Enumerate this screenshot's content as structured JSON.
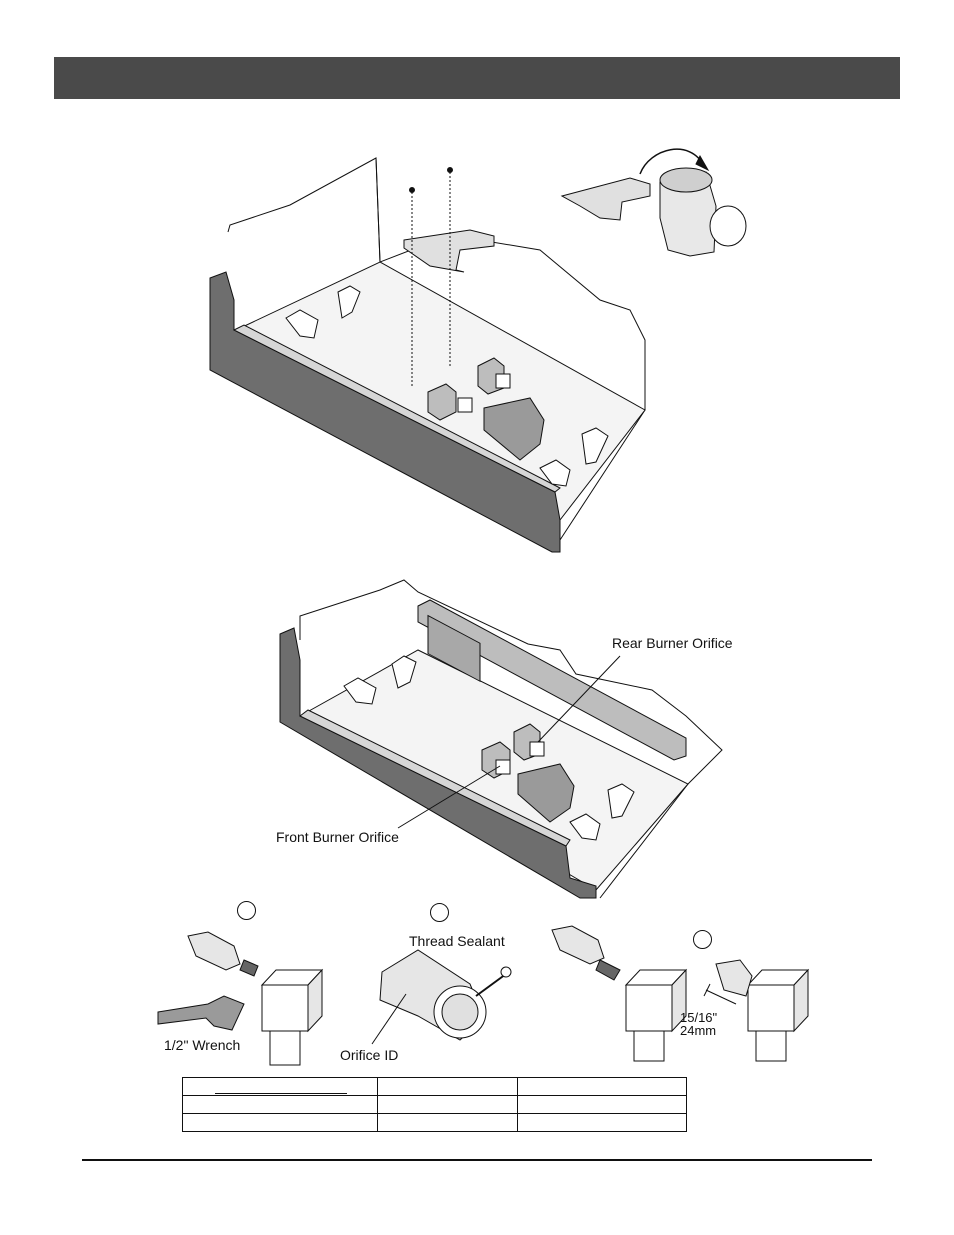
{
  "labels": {
    "rear_burner_orifice": "Rear Burner Orifice",
    "front_burner_orifice": "Front Burner Orifice",
    "half_inch_wrench": "1/2\" Wrench",
    "orifice_id": "Orifice ID",
    "thread_sealant": "Thread Sealant",
    "dimension_imperial": "15/16\"",
    "dimension_metric": "24mm"
  },
  "steps": [
    "",
    "",
    ""
  ],
  "table": {
    "rows": [
      [
        "",
        "",
        ""
      ],
      [
        "",
        "",
        ""
      ],
      [
        "",
        "",
        ""
      ]
    ]
  },
  "colors": {
    "header_bar": "#4a4a4a",
    "wall_dark": "#6e6e6e",
    "floor": "#f2f2f2",
    "baffle": "#bdbdbd"
  }
}
